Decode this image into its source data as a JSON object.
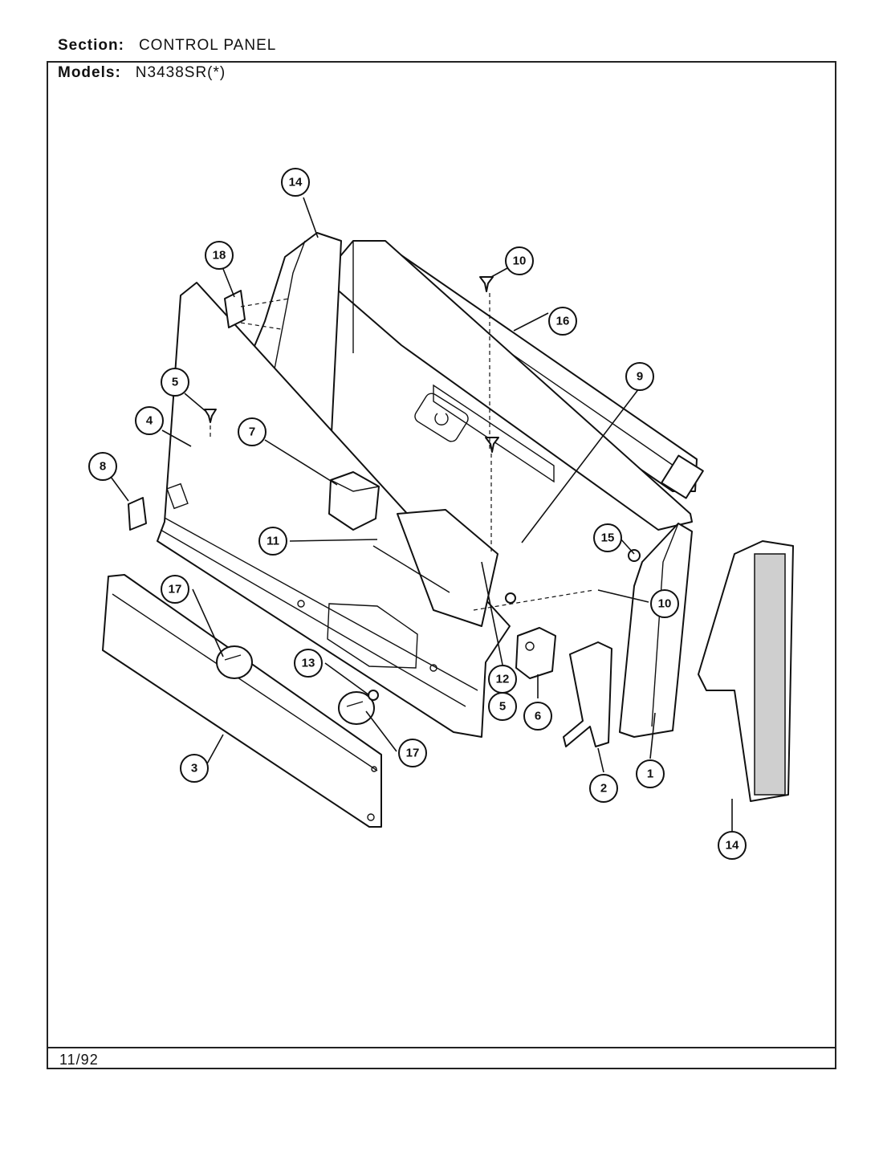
{
  "header": {
    "section_label": "Section:",
    "section_value": "CONTROL PANEL",
    "models_label": "Models:",
    "models_value": "N3438SR(*)"
  },
  "footer": {
    "date": "11/92"
  },
  "callouts": [
    "14",
    "18",
    "10",
    "16",
    "5",
    "9",
    "4",
    "7",
    "8",
    "11",
    "15",
    "17",
    "10",
    "13",
    "12",
    "5",
    "6",
    "17",
    "3",
    "2",
    "1",
    "14"
  ]
}
